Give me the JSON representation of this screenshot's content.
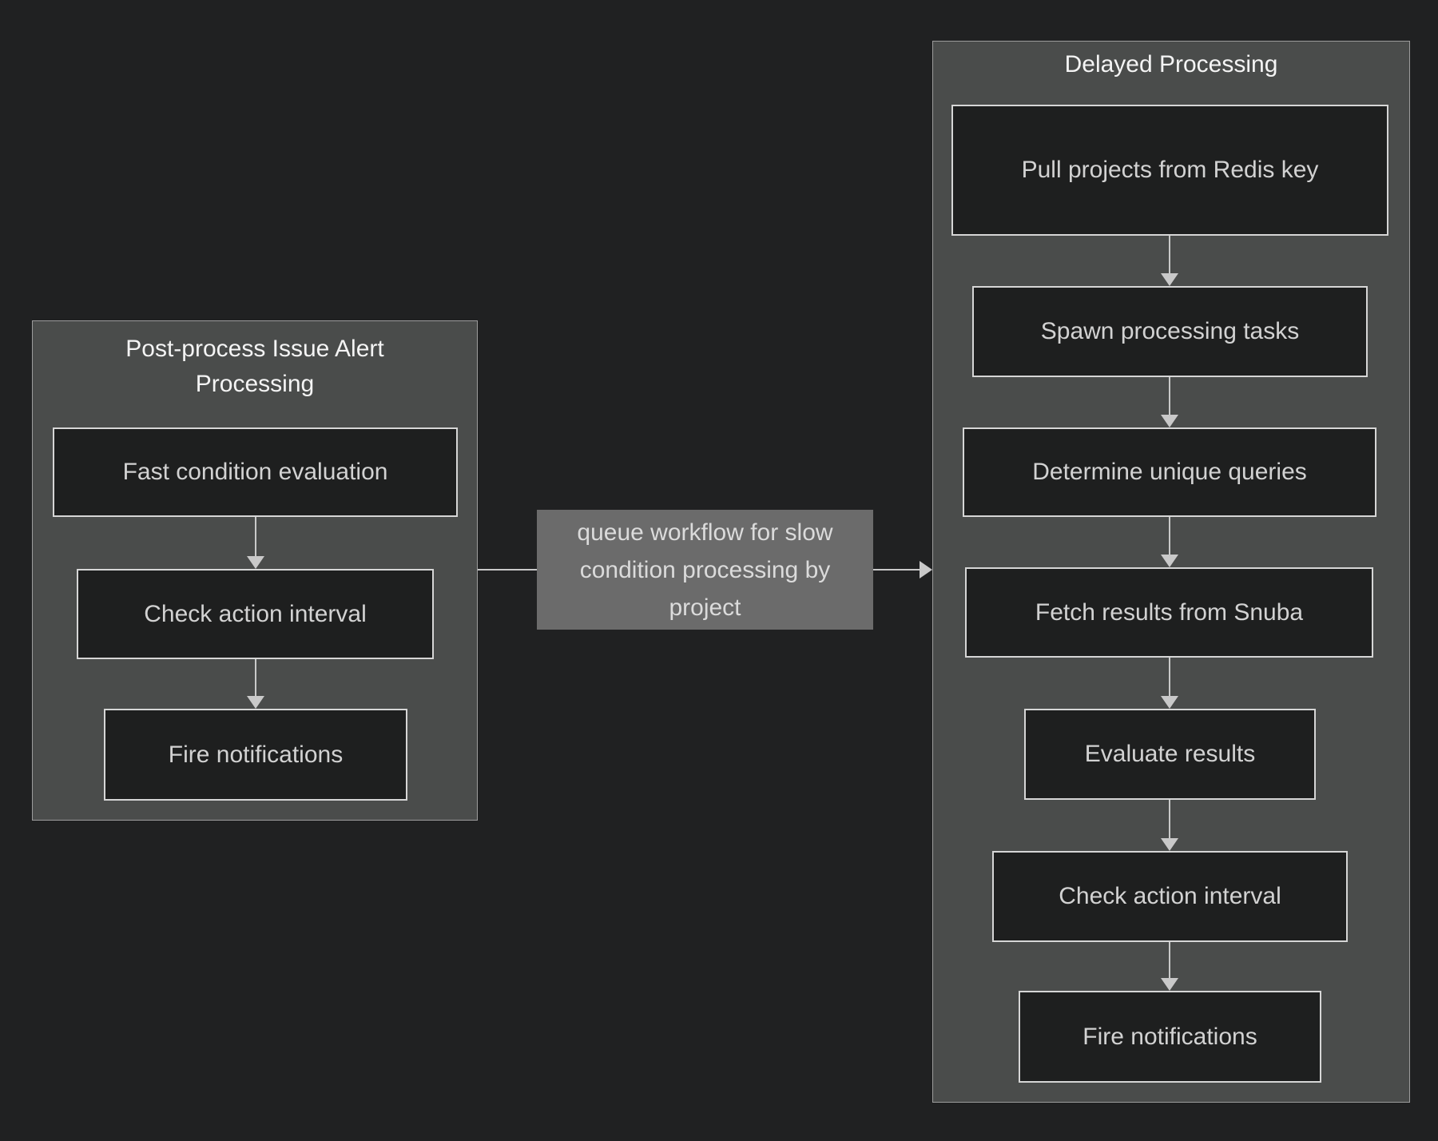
{
  "diagram": {
    "type": "flowchart",
    "colors": {
      "background": "#202122",
      "cluster_fill": "#4a4c4b",
      "cluster_border": "#9c9c9c",
      "node_fill": "#1e1f1f",
      "node_border": "#d6d6d6",
      "node_text": "#d2d2d2",
      "title_text": "#f4f4f4",
      "edge_label_bg": "#6b6b6b",
      "edge_label_text": "#dbdbdb",
      "arrow": "#c9c9c9"
    },
    "clusters": [
      {
        "title": "Post-process Issue Alert Processing",
        "nodes": [
          {
            "label": "Fast condition evaluation"
          },
          {
            "label": "Check action interval"
          },
          {
            "label": "Fire notifications"
          }
        ]
      },
      {
        "title": "Delayed Processing",
        "nodes": [
          {
            "label": "Pull projects from Redis key"
          },
          {
            "label": "Spawn processing tasks"
          },
          {
            "label": "Determine unique queries"
          },
          {
            "label": "Fetch results from Snuba"
          },
          {
            "label": "Evaluate results"
          },
          {
            "label": "Check action interval"
          },
          {
            "label": "Fire notifications"
          }
        ]
      }
    ],
    "edge": {
      "label": "queue workflow for slow condition processing by project"
    }
  }
}
